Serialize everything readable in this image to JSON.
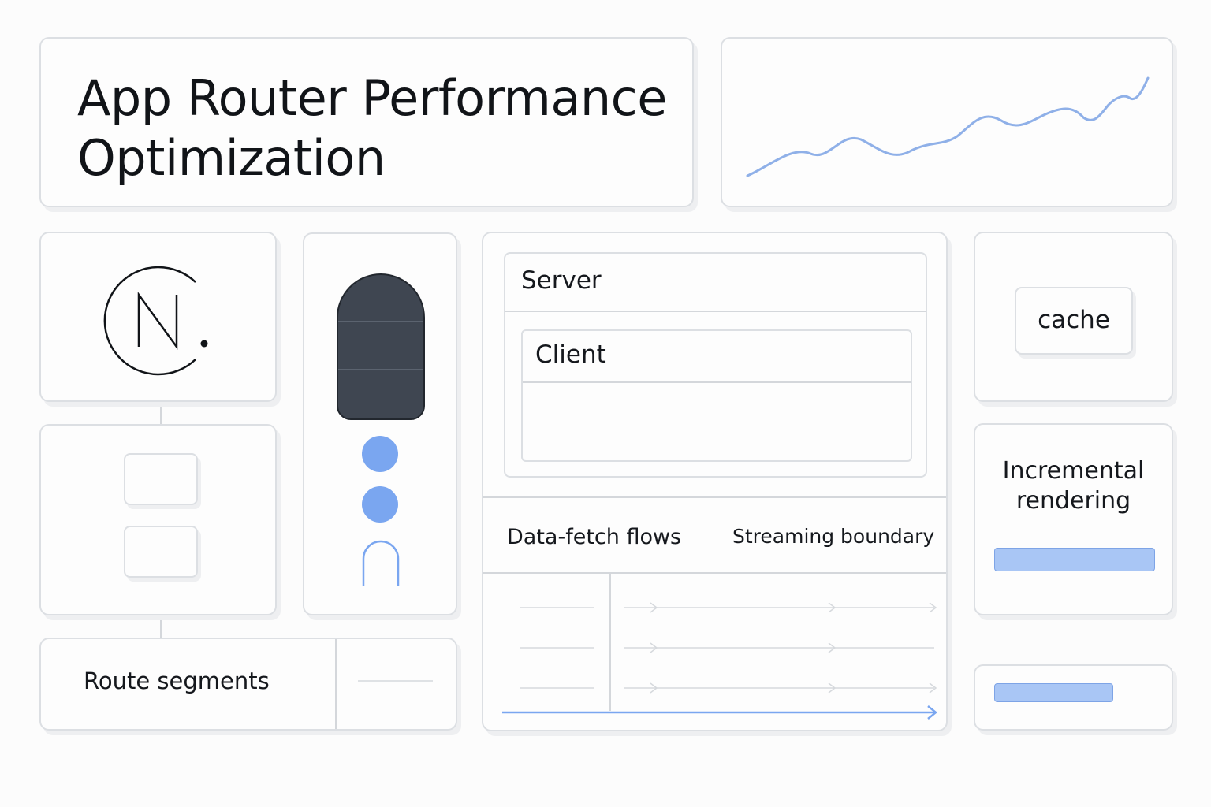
{
  "title": "App Router Performance Optimization",
  "logo_icon": "nextjs-logo-icon",
  "labels": {
    "server": "Server",
    "client": "Client",
    "data_fetch_flows": "Data-fetch flows",
    "streaming_boundary": "Streaming boundary",
    "cache": "cache",
    "incremental_rendering": "Incremental rendering",
    "route_segments": "Route segments"
  },
  "colors": {
    "accent_blue": "#7aa6f0",
    "bar_blue": "#a9c6f5",
    "capsule_dark": "#3f4651",
    "border": "#dcdfe3"
  }
}
